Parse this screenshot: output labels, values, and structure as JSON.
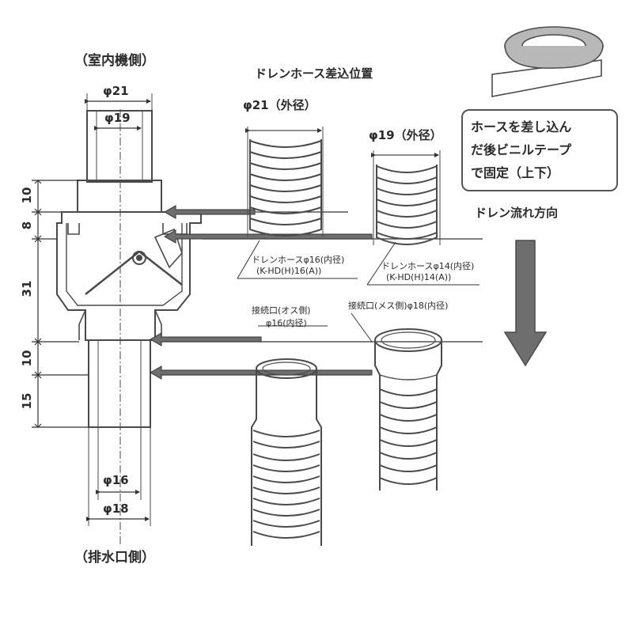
{
  "labels": {
    "indoor_side": "（室内機側）",
    "drain_side": "（排水口側）",
    "insert_position": "ドレンホース差込位置",
    "phi21_top": "φ21",
    "phi19_top": "φ19",
    "phi16_bottom": "φ16",
    "phi18_bottom": "φ18",
    "hose_a_od": "φ21（外径）",
    "hose_b_od": "φ19（外径）",
    "hose_a_name": "ドレンホースφ16(内径)",
    "hose_a_model": "(K-HD(H)16(A))",
    "hose_b_name": "ドレンホースφ14(内径)",
    "hose_b_model": "(K-HD(H)14(A))",
    "joint_male_title": "接続口(オス側)",
    "joint_male_size": "φ16(内径)",
    "joint_female": "接続口(メス側)φ18(内径)",
    "flow_direction": "ドレン流れ方向",
    "tape_note_line1": "ホースを差し込ん",
    "tape_note_line2": "だ後ビニルテープ",
    "tape_note_line3": "で固定（上下）"
  },
  "dimensions": {
    "d1": "10",
    "d2": "8",
    "d3": "31",
    "d4": "10",
    "d5": "15"
  },
  "colors": {
    "line": "#4a4a4a",
    "arrow_fill": "#6e6e6e",
    "tape": "#b8b8b8"
  }
}
